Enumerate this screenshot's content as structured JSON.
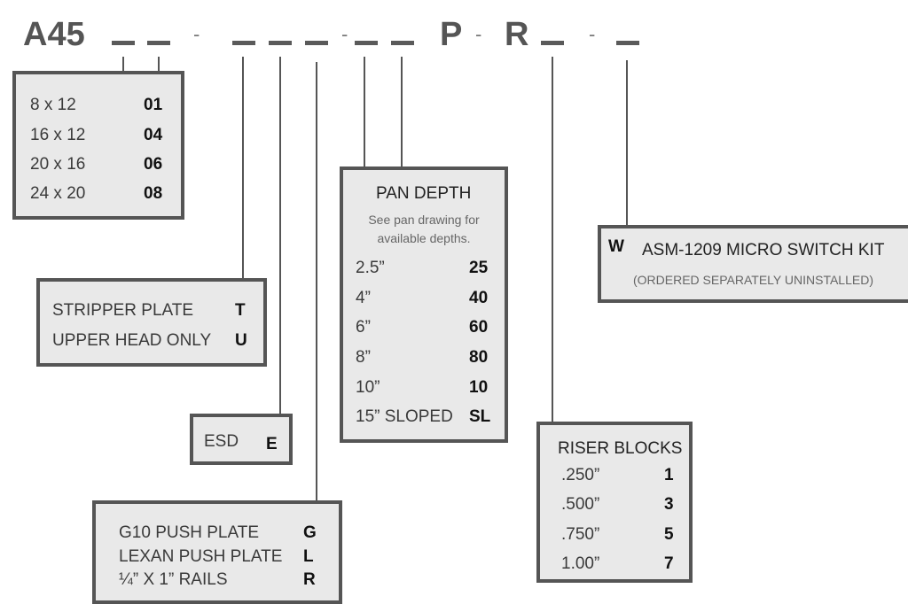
{
  "part_number": {
    "prefix": "A45",
    "dash": "-",
    "p_letter": "P",
    "r_letter": "R"
  },
  "size_box": {
    "rows": [
      {
        "label": "8 x 12",
        "code": "01"
      },
      {
        "label": "16 x 12",
        "code": "04"
      },
      {
        "label": "20 x 16",
        "code": "06"
      },
      {
        "label": "24 x 20",
        "code": "08"
      }
    ]
  },
  "plate_box": {
    "rows": [
      {
        "label": "STRIPPER PLATE",
        "code": "T"
      },
      {
        "label": "UPPER HEAD ONLY",
        "code": "U"
      }
    ]
  },
  "esd_box": {
    "rows": [
      {
        "label": "ESD",
        "code": "E"
      }
    ]
  },
  "push_box": {
    "rows": [
      {
        "label": "G10 PUSH PLATE",
        "code": "G"
      },
      {
        "label": "LEXAN PUSH PLATE",
        "code": "L"
      },
      {
        "label": "¼” X 1” RAILS",
        "code": "R"
      }
    ]
  },
  "pan_box": {
    "title": "PAN DEPTH",
    "note_line1": "See pan drawing for",
    "note_line2": "available depths.",
    "rows": [
      {
        "label": "2.5”",
        "code": "25"
      },
      {
        "label": "4”",
        "code": "40"
      },
      {
        "label": "6”",
        "code": "60"
      },
      {
        "label": "8”",
        "code": "80"
      },
      {
        "label": "10”",
        "code": "10"
      },
      {
        "label": "15” SLOPED",
        "code": "SL"
      }
    ]
  },
  "riser_box": {
    "title": "RISER BLOCKS",
    "rows": [
      {
        "label": ".250”",
        "code": "1"
      },
      {
        "label": ".500”",
        "code": "3"
      },
      {
        "label": ".750”",
        "code": "5"
      },
      {
        "label": "1.00”",
        "code": "7"
      }
    ]
  },
  "switch_box": {
    "code": "W",
    "title": "ASM-1209 MICRO SWITCH KIT",
    "note": "(ORDERED SEPARATELY UNINSTALLED)"
  }
}
